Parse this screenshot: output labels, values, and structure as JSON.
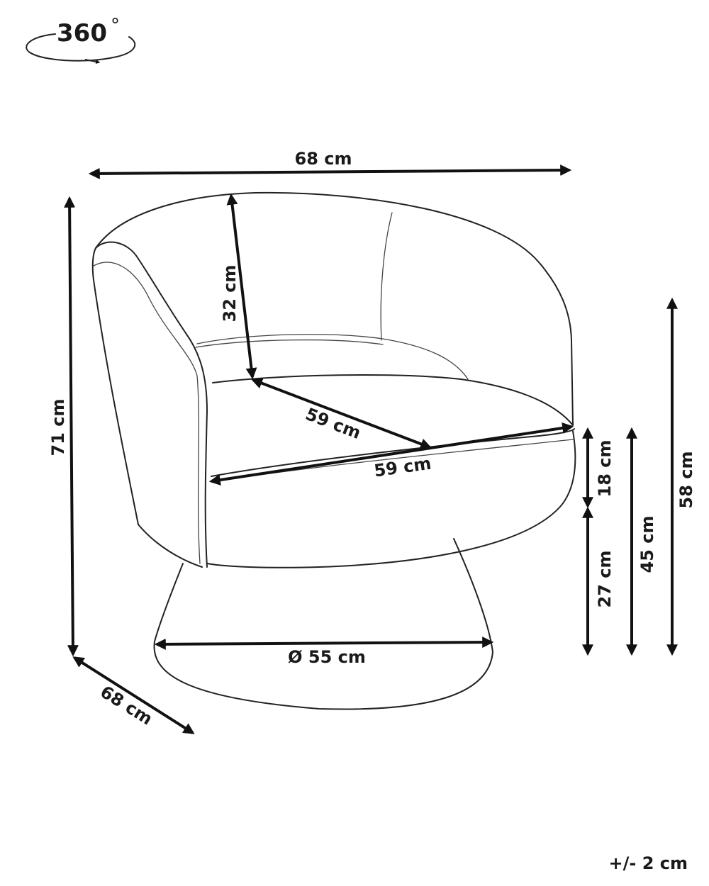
{
  "rotation_icon": {
    "label": "360",
    "degree_symbol": "°"
  },
  "dimensions": {
    "overall_width": "68 cm",
    "overall_height": "71 cm",
    "overall_depth": "68 cm",
    "backrest_height": "32 cm",
    "seat_depth": "59 cm",
    "seat_width": "59 cm",
    "seat_thickness": "18 cm",
    "base_height": "27 cm",
    "seat_height": "45 cm",
    "arm_height": "58 cm",
    "base_diameter": "Ø 55 cm"
  },
  "tolerance": "+/- 2 cm"
}
